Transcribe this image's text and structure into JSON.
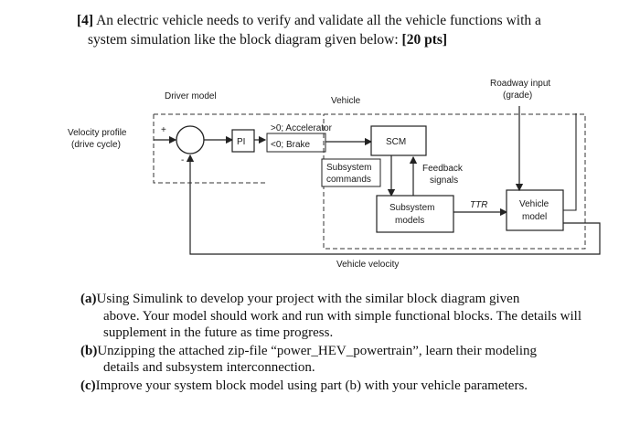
{
  "question": {
    "number": "[4]",
    "line1": "An electric vehicle needs to verify and validate all the vehicle functions with a",
    "line2": "system simulation like the block diagram given below:",
    "points": "[20 pts]"
  },
  "diagram": {
    "driver_model": "Driver model",
    "vehicle": "Vehicle",
    "roadway_input": "Roadway input",
    "grade": "(grade)",
    "velocity_profile": "Velocity profile",
    "drive_cycle": "(drive cycle)",
    "plus": "+",
    "minus": "-",
    "pi": "PI",
    "accelerator": ">0; Accelerator",
    "brake": "<0; Brake",
    "scm": "SCM",
    "subsystem_commands_1": "Subsystem",
    "subsystem_commands_2": "commands",
    "feedback_1": "Feedback",
    "feedback_2": "signals",
    "subsystem_models_1": "Subsystem",
    "subsystem_models_2": "models",
    "tr": "TTR",
    "vehicle_model_1": "Vehicle",
    "vehicle_model_2": "model",
    "vehicle_velocity": "Vehicle velocity"
  },
  "parts": [
    {
      "label": "(a)",
      "line1": "Using Simulink to develop your project with the similar block diagram given",
      "cont": "above. Your model should work and run with simple functional blocks. The details will supplement in the future as time progress."
    },
    {
      "label": "(b)",
      "line1": "Unzipping the attached zip-file “power_HEV_powertrain”, learn their modeling",
      "cont": "details and subsystem interconnection."
    },
    {
      "label": "(c)",
      "line1": "Improve your system block model using part (b) with your vehicle parameters.",
      "cont": ""
    }
  ]
}
